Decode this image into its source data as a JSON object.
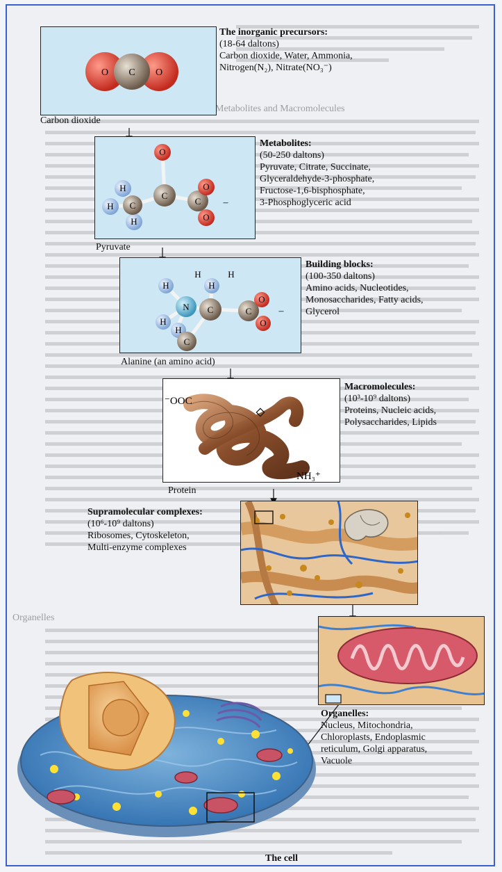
{
  "co2": {
    "title": "The inorganic precursors:",
    "range": "(18-64 daltons)",
    "line1": "Carbon dioxide, Water, Ammonia,",
    "line2": "Nitrogen(N₂), Nitrate(NO₃⁻)",
    "caption": "Carbon dioxide",
    "atoms": [
      "O",
      "C",
      "O"
    ]
  },
  "metabolites": {
    "title": "Metabolites:",
    "range": "(50-250 daltons)",
    "lines": [
      "Pyruvate, Citrate, Succinate,",
      "Glyceraldehyde-3-phosphate,",
      "Fructose-1,6-bisphosphate,",
      "3-Phosphoglyceric acid"
    ],
    "caption": "Pyruvate",
    "atoms": [
      "O",
      "C",
      "C",
      "O",
      "O",
      "H",
      "H",
      "H",
      "C"
    ],
    "charge": "–"
  },
  "building": {
    "title": "Building blocks:",
    "range": "(100-350 daltons)",
    "lines": [
      "Amino acids, Nucleotides,",
      "Monosaccharides, Fatty acids,",
      "Glycerol"
    ],
    "caption": "Alanine (an amino acid)",
    "atoms": [
      "H",
      "H",
      "H",
      "H",
      "N",
      "C",
      "C",
      "C",
      "O",
      "O",
      "H",
      "H"
    ],
    "charge": "–"
  },
  "macro": {
    "title": "Macromolecules:",
    "range": "(10³-10⁹ daltons)",
    "lines": [
      "Proteins, Nucleic acids,",
      "Polysaccharides, Lipids"
    ],
    "caption": "Protein",
    "nterm": "⁻OOC",
    "cterm": "NH₃⁺"
  },
  "supra": {
    "title": "Supramolecular complexes:",
    "range": "(10⁶-10⁹ daltons)",
    "lines": [
      "Ribosomes, Cytoskeleton,",
      "Multi-enzyme complexes"
    ]
  },
  "organelles": {
    "title": "Organelles:",
    "lines": [
      "Nucleus, Mitochondria,",
      "Chloroplasts, Endoplasmic",
      "reticulum, Golgi apparatus,",
      "Vacuole"
    ]
  },
  "cell": {
    "caption": "The cell"
  },
  "background_text": {
    "heading1": "Metabolites and Macromolecules",
    "heading2": "Organelles"
  },
  "colors": {
    "frame": "#3a5fd0",
    "oxygen": "#d23a2e",
    "carbon": "#6b5a4a",
    "hydrogen": "#8fb3e0",
    "nitrogen": "#4fa4c8"
  }
}
